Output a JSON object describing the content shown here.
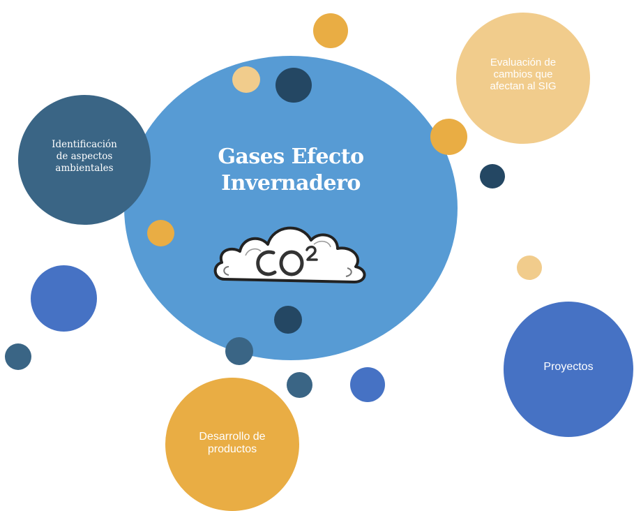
{
  "center": {
    "title": "Gases Efecto\nInvernadero",
    "image_text": "CO²"
  },
  "nodes": {
    "identificacion": "Identificación\nde aspectos\nambientales",
    "evaluacion": "Evaluación de\ncambios que\nafectan al SIG",
    "proyectos": "Proyectos",
    "desarrollo": "Desarrollo de\nproductos"
  },
  "colors": {
    "center": "#579bd4",
    "navy": "#244763",
    "teal": "#3a6585",
    "gold": "#e9ad44",
    "light_gold": "#f1cc8c",
    "blue": "#4672c4"
  }
}
